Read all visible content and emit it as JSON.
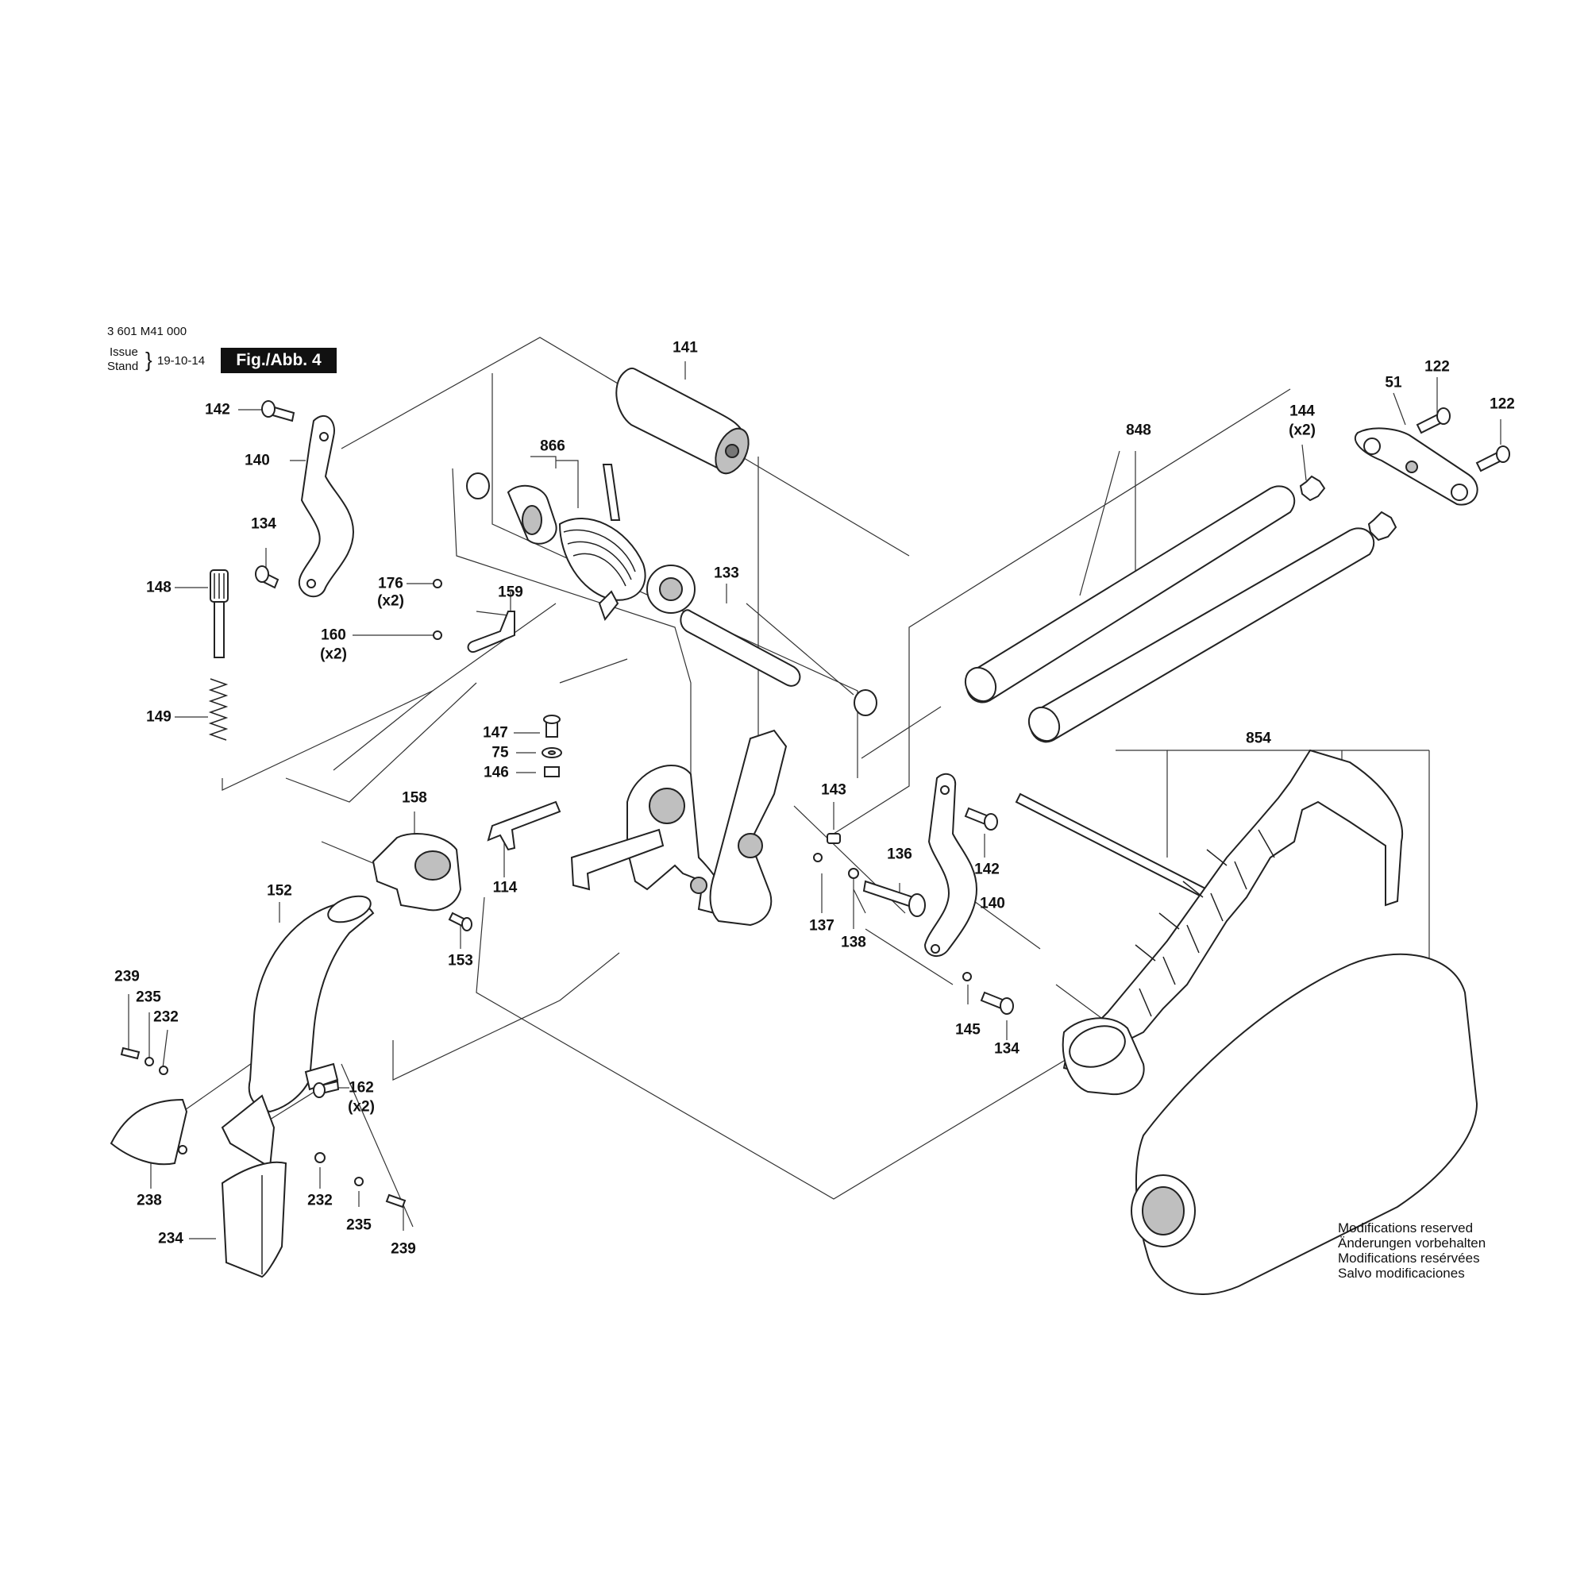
{
  "header": {
    "doc_number": "3 601 M41 000",
    "issue_label": "Issue",
    "stand_label": "Stand",
    "date": "19-10-14",
    "figure": "Fig./Abb. 4"
  },
  "labels": {
    "l141": "141",
    "l122a": "122",
    "l51": "51",
    "l122b": "122",
    "l142a": "142",
    "l140a": "140",
    "l866": "866",
    "l848": "848",
    "l144": "144",
    "l144q": "(x2)",
    "l134a": "134",
    "l148": "148",
    "l176": "176",
    "l176q": "(x2)",
    "l159": "159",
    "l133": "133",
    "l160": "160",
    "l160q": "(x2)",
    "l149": "149",
    "l147": "147",
    "l75": "75",
    "l146": "146",
    "l854": "854",
    "l158": "158",
    "l143": "143",
    "l136": "136",
    "l142b": "142",
    "l114": "114",
    "l137": "137",
    "l138": "138",
    "l140b": "140",
    "l152": "152",
    "l153": "153",
    "l239a": "239",
    "l235a": "235",
    "l232a": "232",
    "l162": "162",
    "l162q": "(x2)",
    "l145": "145",
    "l134b": "134",
    "l238": "238",
    "l232b": "232",
    "l234": "234",
    "l235b": "235",
    "l239b": "239"
  },
  "notice": {
    "en": "Modifications reserved",
    "de": "Änderungen vorbehalten",
    "fr": "Modifications resérvées",
    "es": "Salvo modificaciones"
  }
}
